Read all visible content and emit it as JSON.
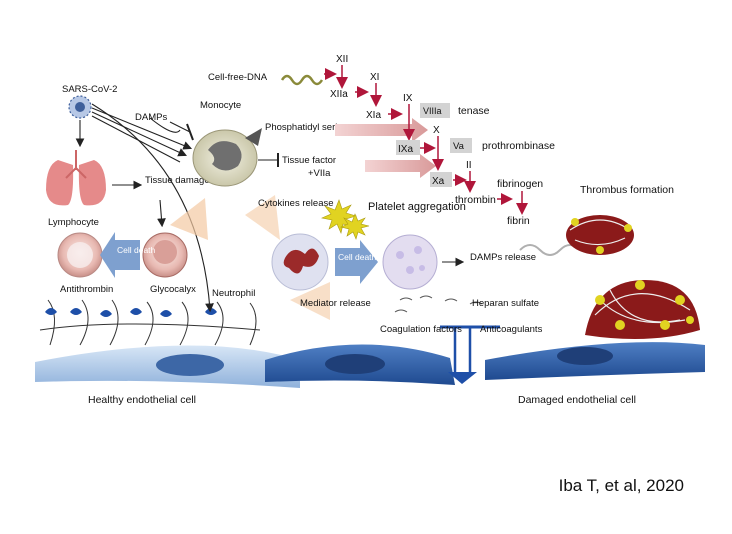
{
  "labels": {
    "sars_cov_2": "SARS-CoV-2",
    "damps": "DAMPs",
    "monocyte": "Monocyte",
    "tissue_damage": "Tissue damage",
    "lymphocyte": "Lymphocyte",
    "cell_death_left": "Cell death",
    "antithrombin": "Antithrombin",
    "glycocalyx": "Glycocalyx",
    "cytokines_release": "Cytokines release",
    "neutrophil": "Neutrophil",
    "platelet_aggregation": "Platelet aggregation",
    "cell_death_mid": "Cell death",
    "damps_release": "DAMPs release",
    "mediator_release": "Mediator release",
    "heparan_sulfate": "Heparan sulfate",
    "coagulation_factors": "Coagulation factors",
    "anticoagulants": "Anticoagulants",
    "healthy_cell": "Healthy endothelial cell",
    "damaged_cell": "Damaged endothelial cell",
    "cell_free_dna": "Cell-free-DNA",
    "phosphatidyl_serine": "Phosphatidyl serine",
    "tissue_factor": "Tissue factor",
    "viia": "+VIIa",
    "tenase": "tenase",
    "prothrombinase": "prothrombinase",
    "fibrinogen": "fibrinogen",
    "fibrin": "fibrin",
    "thrombin": "thrombin",
    "thrombus_formation": "Thrombus formation"
  },
  "factors": {
    "xii": "XII",
    "xiia": "XIIa",
    "xi": "XI",
    "xia": "XIa",
    "ix": "IX",
    "viiia": "VIIIa",
    "ixa": "IXa",
    "x": "X",
    "va": "Va",
    "xa": "Xa",
    "ii": "II"
  },
  "citation": "Iba T, et al, 2020",
  "colors": {
    "cascade_arrow": "#b0163a",
    "endothelium_healthy": "#a9c5e6",
    "endothelium_damaged": "#2f5da8",
    "nucleus": "#2a4f86",
    "lung": "#e58a8a",
    "thrombus": "#8b1a1a",
    "platelet": "#e1d321",
    "cell_death_arrow": "#7ea0cf",
    "phospholipid_arrow": "#e6b8b8"
  }
}
